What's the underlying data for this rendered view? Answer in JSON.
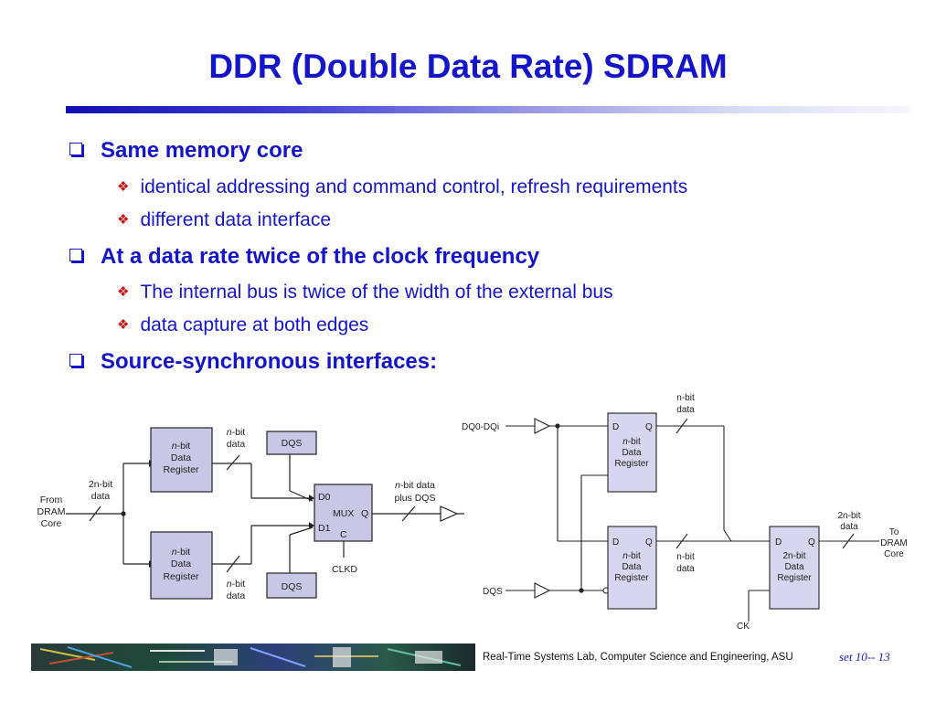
{
  "slide": {
    "title": "DDR (Double Data Rate) SDRAM",
    "bullets": [
      {
        "text": "Same memory core",
        "sub": [
          "identical addressing and command control, refresh requirements",
          "different data interface"
        ]
      },
      {
        "text": "At a data rate twice of the clock frequency",
        "sub": [
          "The internal bus is twice of the width of the external bus",
          "data capture at both edges"
        ]
      },
      {
        "text": "Source-synchronous interfaces:",
        "sub": []
      }
    ]
  },
  "diagram_left": {
    "from_dram_core": [
      "From",
      "DRAM",
      "Core"
    ],
    "input_width_n": "2n",
    "input_width_label": "-bit",
    "input_width_label2": "data",
    "register_top": {
      "n": "n",
      "line1": "-bit",
      "line2": "Data",
      "line3": "Register"
    },
    "register_bottom": {
      "n": "n",
      "line1": "-bit",
      "line2": "Data",
      "line3": "Register"
    },
    "top_bus_n": "n",
    "top_bus_label": "-bit",
    "top_bus_label2": "data",
    "bottom_bus_n": "n",
    "bottom_bus_label": "-bit",
    "bottom_bus_label2": "data",
    "dqs_top": "DQS",
    "dqs_bottom": "DQS",
    "mux": {
      "d0": "D0",
      "d1": "D1",
      "mux": "MUX",
      "q": "Q",
      "c": "C"
    },
    "clkd": "CLKD",
    "out_n": "n",
    "out_label1": "-bit data",
    "out_label2": "plus DQS"
  },
  "diagram_right": {
    "dq_in": "DQ0-DQi",
    "dqs_in": "DQS",
    "top_label1": "n-bit",
    "top_label2": "data",
    "reg_top": {
      "d": "D",
      "q": "Q",
      "n": "n",
      "line1": "-bit",
      "line2": "Data",
      "line3": "Register"
    },
    "reg_mid": {
      "d": "D",
      "q": "Q",
      "n": "n",
      "line1": "-bit",
      "line2": "Data",
      "line3": "Register"
    },
    "reg_out": {
      "d": "D",
      "q": "Q",
      "n": "2n",
      "line1": "-bit",
      "line2": "Data",
      "line3": "Register"
    },
    "mid_label1": "n-bit",
    "mid_label2": "data",
    "out_label1": "2n-bit",
    "out_label2": "data",
    "to_dram": [
      "To",
      "DRAM",
      "Core"
    ],
    "ck": "CK"
  },
  "footer": {
    "text": "Real-Time Systems Lab, Computer Science and Engineering, ASU",
    "slide_number": "set 10-- 13"
  }
}
